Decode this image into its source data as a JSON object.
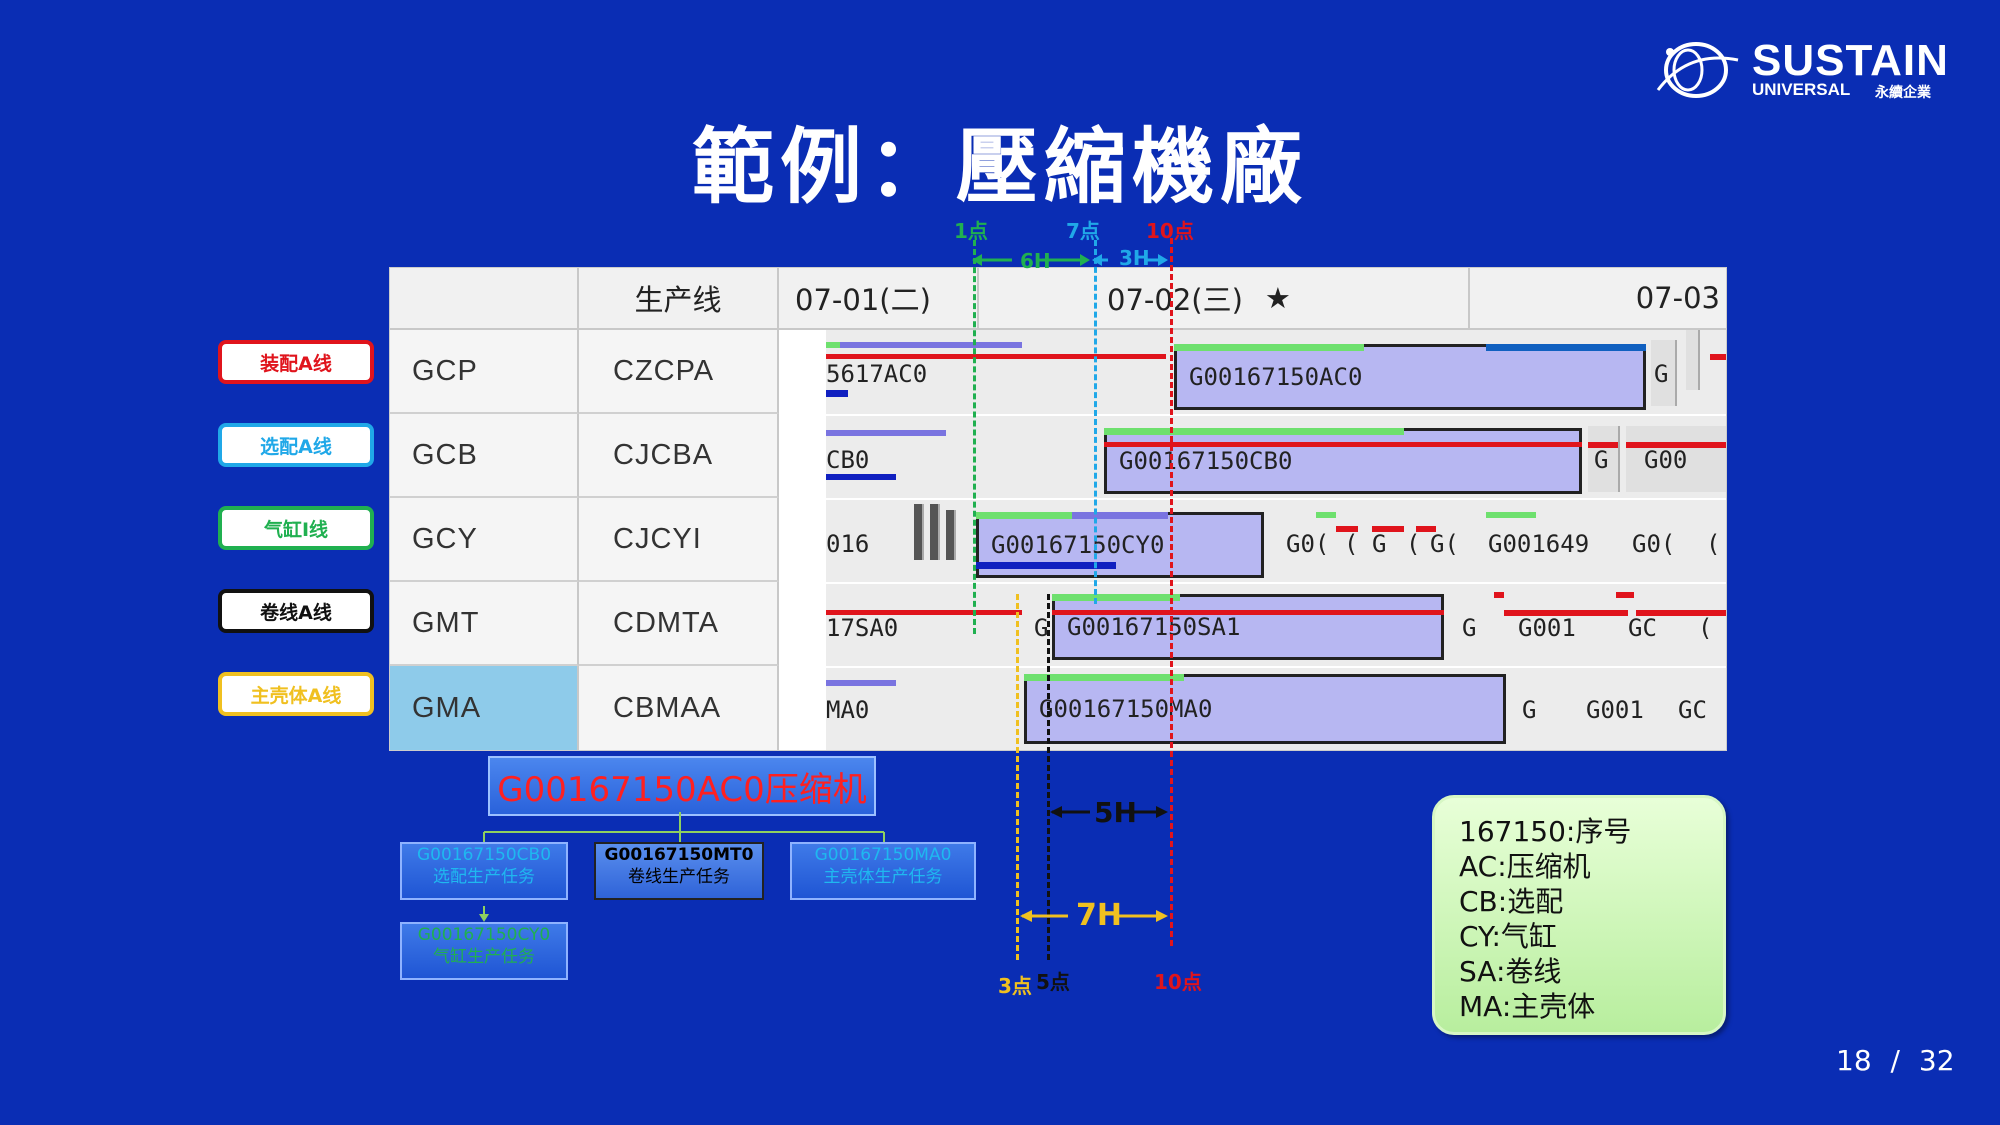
{
  "title": "範例：壓縮機廠",
  "logo": {
    "main": "SUSTAIN",
    "sub": "UNIVERSAL",
    "sub_cn": "永續企業"
  },
  "legend": [
    {
      "label": "装配A线",
      "color": "#e0141c"
    },
    {
      "label": "选配A线",
      "color": "#20a8e8"
    },
    {
      "label": "气缸I线",
      "color": "#20b050"
    },
    {
      "label": "卷线A线",
      "color": "#111111"
    },
    {
      "label": "主壳体A线",
      "color": "#f0c020"
    }
  ],
  "gantt": {
    "header": {
      "col1": "",
      "col2": "生产线",
      "day1": "07-01(二)",
      "day2": "07-02(三)",
      "star": "★",
      "day3": "07-03"
    },
    "rows": [
      {
        "code": "GCP",
        "line": "CZCPA"
      },
      {
        "code": "GCB",
        "line": "CJCBA"
      },
      {
        "code": "GCY",
        "line": "CJCYI"
      },
      {
        "code": "GMT",
        "line": "CDMTA"
      },
      {
        "code": "GMA",
        "line": "CBMAA"
      }
    ],
    "tasks": {
      "gcp_main": "G00167150AC0",
      "gcb_main": "G00167150CB0",
      "gcy_main": "G00167150CY0",
      "gmt_main": "G00167150SA1",
      "gma_main": "G00167150MA0"
    },
    "fragments": {
      "gcp_left": "5617AC0",
      "gcp_r1": "G",
      "gcb_left": "CB0",
      "gcb_r1": "G",
      "gcb_r2": "G00",
      "gcy_left": "016",
      "gcy_r1": "G0(",
      "gcy_r2": "(",
      "gcy_r3": "G",
      "gcy_r4": "(",
      "gcy_r5": "G(",
      "gcy_r6": "G001649",
      "gcy_r7": "G0(",
      "gcy_r8": "(",
      "gmt_left": "17SA0",
      "gmt_g": "G",
      "gmt_r1": "G",
      "gmt_r2": "G001",
      "gmt_r3": "GC",
      "gmt_r4": "(",
      "gma_left": "MA0",
      "gma_r1": "G",
      "gma_r2": "G001",
      "gma_r3": "GC"
    }
  },
  "markers": {
    "top": {
      "m1": "1点",
      "m7": "7点",
      "m10": "10点",
      "d6": "6H",
      "d3": "3H"
    },
    "bottom": {
      "m3": "3点",
      "m5": "5点",
      "m10": "10点",
      "d5": "5H",
      "d7": "7H"
    }
  },
  "tree": {
    "root": "G00167150AC0压缩机",
    "cb": {
      "code": "G00167150CB0",
      "desc": "选配生产任务"
    },
    "mt": {
      "code": "G00167150MT0",
      "desc": "卷线生产任务"
    },
    "ma": {
      "code": "G00167150MA0",
      "desc": "主壳体生产任务"
    },
    "cy": {
      "code": "G00167150CY0",
      "desc": "气缸生产任务"
    }
  },
  "info": [
    "167150:序号",
    "AC:压缩机",
    "CB:选配",
    "CY:气缸",
    "SA:卷线",
    "MA:主壳体"
  ],
  "page": {
    "current": "18",
    "sep": "/",
    "total": "32"
  }
}
